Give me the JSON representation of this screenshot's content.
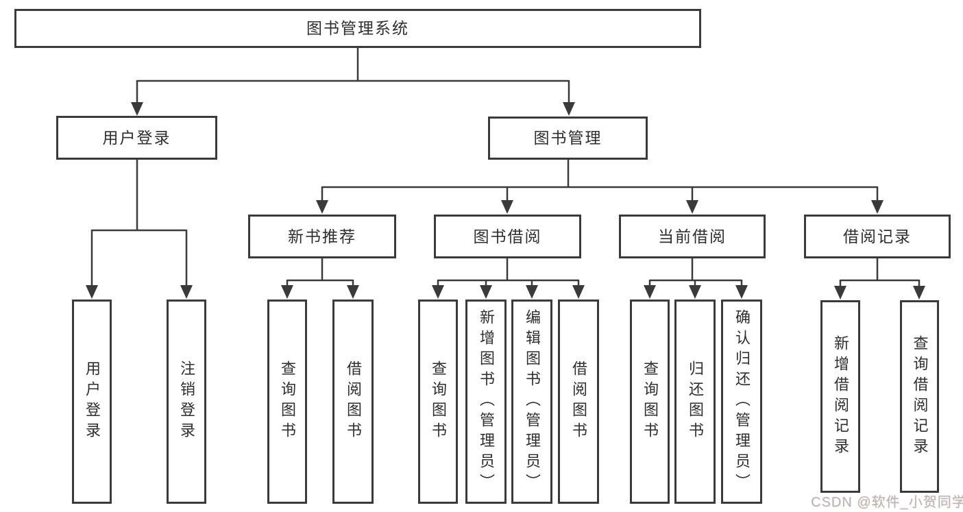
{
  "diagram": {
    "root": {
      "label": "图书管理系统"
    },
    "level2": [
      {
        "label": "用户登录"
      },
      {
        "label": "图书管理"
      }
    ],
    "level3": [
      {
        "label": "新书推荐"
      },
      {
        "label": "图书借阅"
      },
      {
        "label": "当前借阅"
      },
      {
        "label": "借阅记录"
      }
    ],
    "leaves": {
      "user_login": [
        {
          "label": "用户登录"
        },
        {
          "label": "注销登录"
        }
      ],
      "new_book": [
        {
          "label": "查询图书"
        },
        {
          "label": "借阅图书"
        }
      ],
      "book_borrow": [
        {
          "label": "查询图书"
        },
        {
          "label": "新增图书（管理员）"
        },
        {
          "label": "编辑图书（管理员）"
        },
        {
          "label": "借阅图书"
        }
      ],
      "current_borrow": [
        {
          "label": "查询图书"
        },
        {
          "label": "归还图书"
        },
        {
          "label": "确认归还（管理员）"
        }
      ],
      "borrow_record": [
        {
          "label": "新增借阅记录"
        },
        {
          "label": "查询借阅记录"
        }
      ]
    }
  },
  "watermark": "CSDN @软件_小贺同学",
  "colors": {
    "line": "#3a3a3a",
    "text": "#2e2e2e",
    "background": "#ffffff",
    "watermark": "#b5b5b5"
  }
}
